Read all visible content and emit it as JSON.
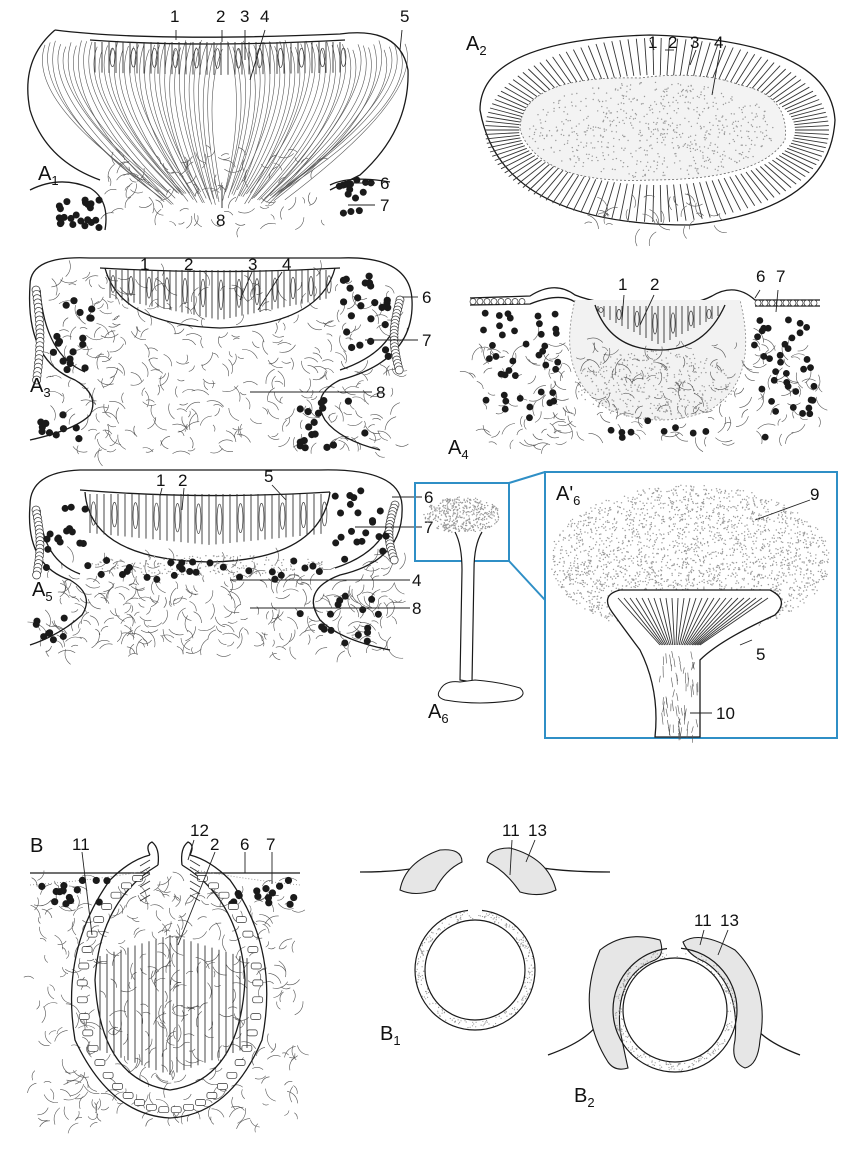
{
  "figure": {
    "panels": {
      "A1": {
        "letter": "A",
        "sub": "1"
      },
      "A2": {
        "letter": "A",
        "sub": "2"
      },
      "A3": {
        "letter": "A",
        "sub": "3"
      },
      "A4": {
        "letter": "A",
        "sub": "4"
      },
      "A5": {
        "letter": "A",
        "sub": "5"
      },
      "A6": {
        "letter": "A",
        "sub": "6"
      },
      "A6p": {
        "letter": "A'",
        "sub": "6"
      },
      "B": {
        "letter": "B",
        "sub": ""
      },
      "B1": {
        "letter": "B",
        "sub": "1"
      },
      "B2": {
        "letter": "B",
        "sub": "2"
      }
    },
    "labels": {
      "n1": "1",
      "n2": "2",
      "n3": "3",
      "n4": "4",
      "n5": "5",
      "n6": "6",
      "n7": "7",
      "n8": "8",
      "n9": "9",
      "n10": "10",
      "n11": "11",
      "n12": "12",
      "n13": "13"
    },
    "colors": {
      "ink": "#1a1a1a",
      "frame": "#2f8fc6",
      "background": "#ffffff"
    }
  }
}
